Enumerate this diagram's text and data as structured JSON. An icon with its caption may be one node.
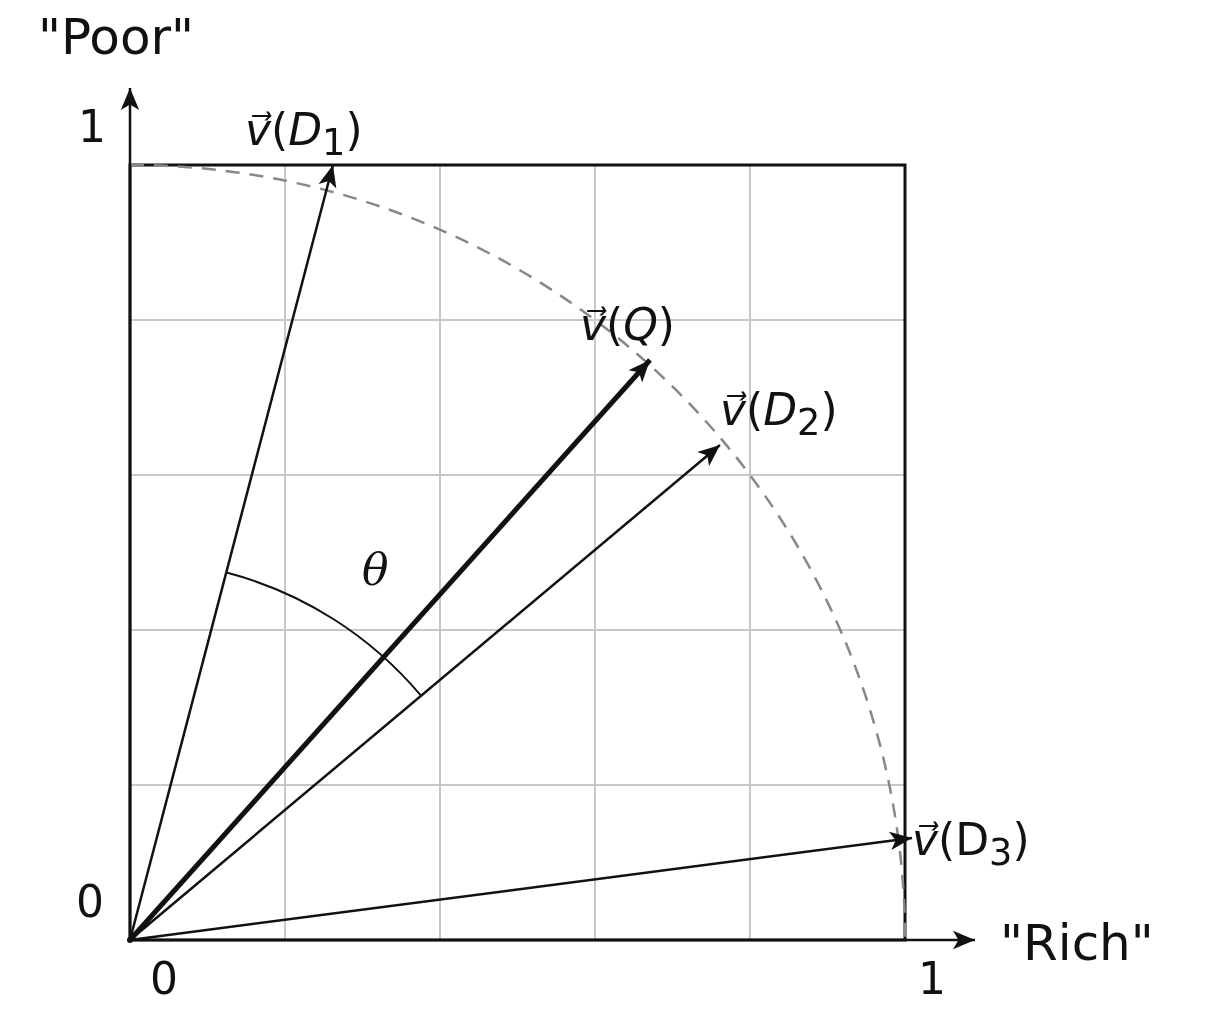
{
  "diagram": {
    "nodes": [
      {
        "text": [
          "*v⃗*(*D*$_{1}$)"
        ]
      },
      {
        "text": [
          "*v⃗*(*Q*)"
        ]
      },
      {
        "text": [
          "*v⃗*(*D*$_{2}$)"
        ]
      },
      {
        "text": [
          "*v⃗*(D$_{3}$)"
        ]
      },
      {
        "text": [],
        "shape": "point"
      }
    ],
    "edges": [
      {
        "from": 4,
        "to": 0,
        "arrow": "to"
      },
      {
        "from": 4,
        "to": 1,
        "arrow": "to",
        "style": "thick"
      },
      {
        "from": 4,
        "to": 2,
        "arrow": "to"
      },
      {
        "from": 4,
        "to": 3,
        "arrow": "to"
      }
    ],
    "labels": [
      "\"Poor\"",
      "1",
      "θ",
      "0",
      "0",
      "1",
      "\"Rich\""
    ]
  }
}
